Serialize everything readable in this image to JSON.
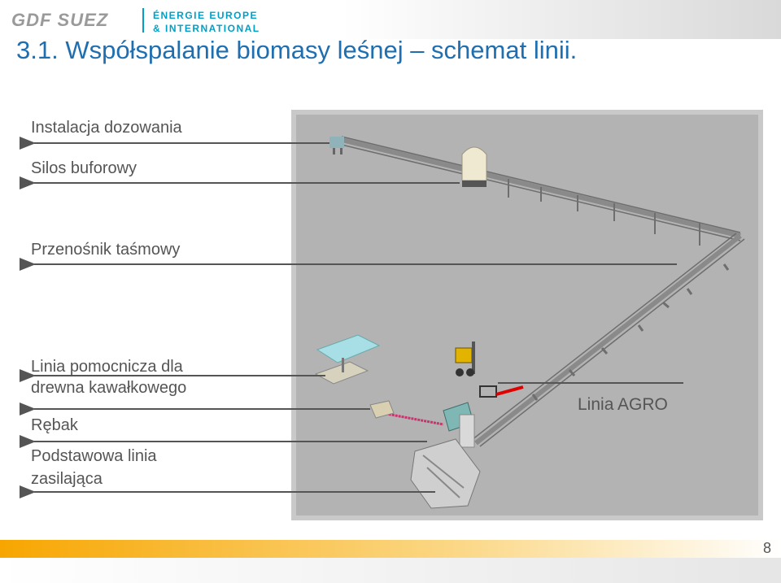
{
  "header": {
    "logo_main": "GDF SUEZ",
    "logo_line1": "ÉNERGIE EUROPE",
    "logo_line2": "& INTERNATIONAL"
  },
  "title": "3.1. Współspalanie biomasy leśnej – schemat linii.",
  "labels": {
    "dosing": "Instalacja dozowania",
    "silo": "Silos buforowy",
    "conveyor": "Przenośnik taśmowy",
    "aux_line_1": "Linia pomocnicza dla",
    "aux_line_2": "drewna kawałkowego",
    "chipper": "Rębak",
    "main_line_1": "Podstawowa linia",
    "main_line_2": "zasilająca",
    "agro": "Linia AGRO"
  },
  "page_number": "8"
}
